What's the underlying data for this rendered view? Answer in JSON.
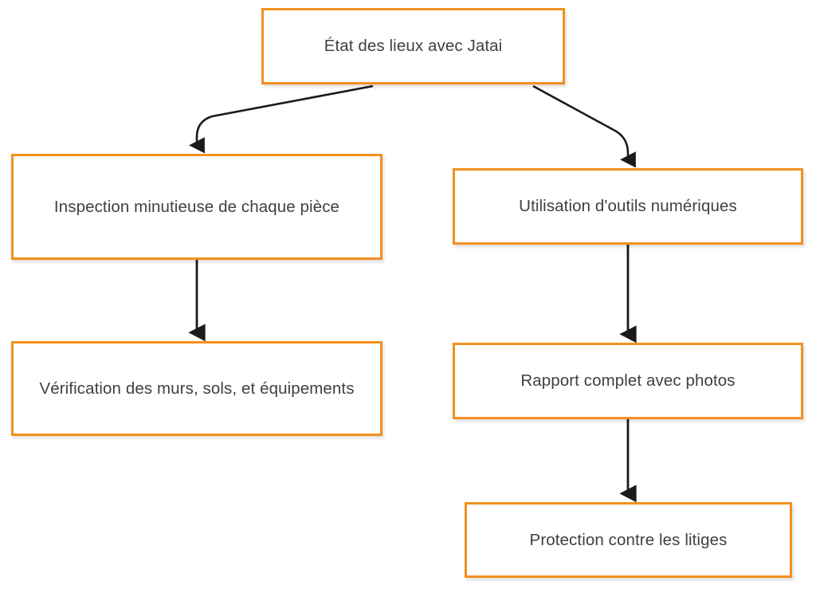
{
  "diagram": {
    "title": "État des lieux avec Jatai",
    "type": "flowchart",
    "orientation": "top-down",
    "colors": {
      "node_border": "#f2901f",
      "node_fill": "#ffffff",
      "text": "#404040",
      "connector": "#1a1a1a",
      "background": "#ffffff"
    },
    "nodes": [
      {
        "id": "root",
        "label": "État des lieux avec Jatai",
        "lines": [
          "État des lieux avec Jatai"
        ],
        "column": "center",
        "level": 0
      },
      {
        "id": "inspect",
        "label": "Inspection minutieuse de chaque pièce",
        "lines": [
          "Inspection minutieuse de",
          "chaque pièce"
        ],
        "column": "left",
        "level": 1
      },
      {
        "id": "verify",
        "label": "Vérification des murs, sols, et équipements",
        "lines": [
          "Vérification des murs, sols, et",
          "équipements"
        ],
        "column": "left",
        "level": 2
      },
      {
        "id": "tools",
        "label": "Utilisation d'outils numériques",
        "lines": [
          "Utilisation d'outils numériques"
        ],
        "column": "right",
        "level": 1
      },
      {
        "id": "report",
        "label": "Rapport complet avec photos",
        "lines": [
          "Rapport complet avec photos"
        ],
        "column": "right",
        "level": 2
      },
      {
        "id": "protect",
        "label": "Protection contre les litiges",
        "lines": [
          "Protection contre les litiges"
        ],
        "column": "right",
        "level": 3
      }
    ],
    "edges": [
      {
        "id": "root-to-inspect",
        "from": "root",
        "to": "inspect",
        "style": "curved",
        "arrow": "triangle"
      },
      {
        "id": "root-to-tools",
        "from": "root",
        "to": "tools",
        "style": "curved",
        "arrow": "triangle"
      },
      {
        "id": "inspect-to-verify",
        "from": "inspect",
        "to": "verify",
        "style": "straight",
        "arrow": "triangle"
      },
      {
        "id": "tools-to-report",
        "from": "tools",
        "to": "report",
        "style": "straight",
        "arrow": "triangle"
      },
      {
        "id": "report-to-protect",
        "from": "report",
        "to": "protect",
        "style": "straight",
        "arrow": "triangle"
      }
    ]
  }
}
